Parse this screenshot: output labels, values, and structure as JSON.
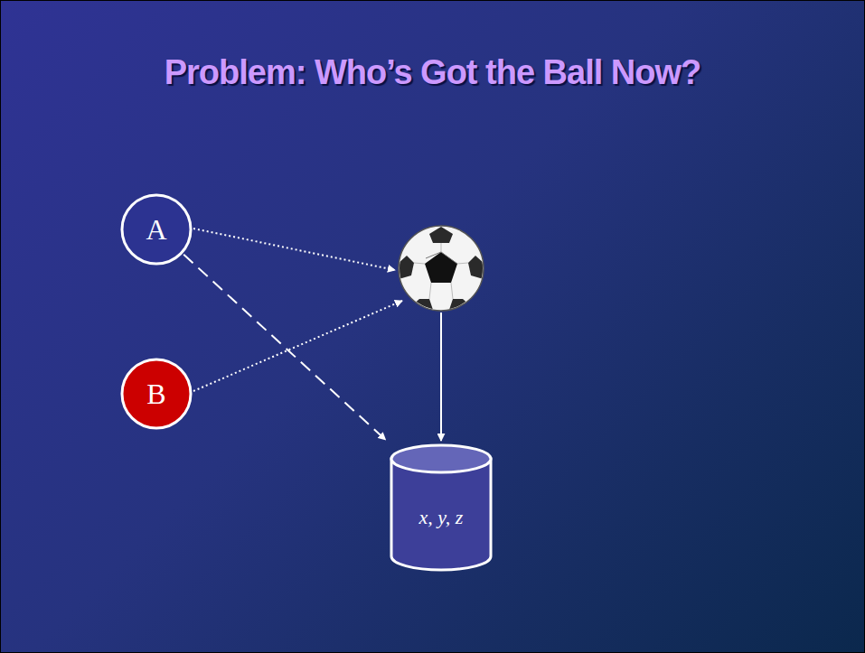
{
  "diagram": {
    "title": "Problem: Who’s Got the Ball Now?",
    "nodes": [
      {
        "text": [
          "A"
        ]
      },
      {
        "text": [
          "B"
        ]
      },
      {
        "text": [
          "x, y, z"
        ]
      }
    ],
    "edges": [
      {
        "from": 0,
        "to": 2,
        "arrow": "to"
      }
    ]
  }
}
